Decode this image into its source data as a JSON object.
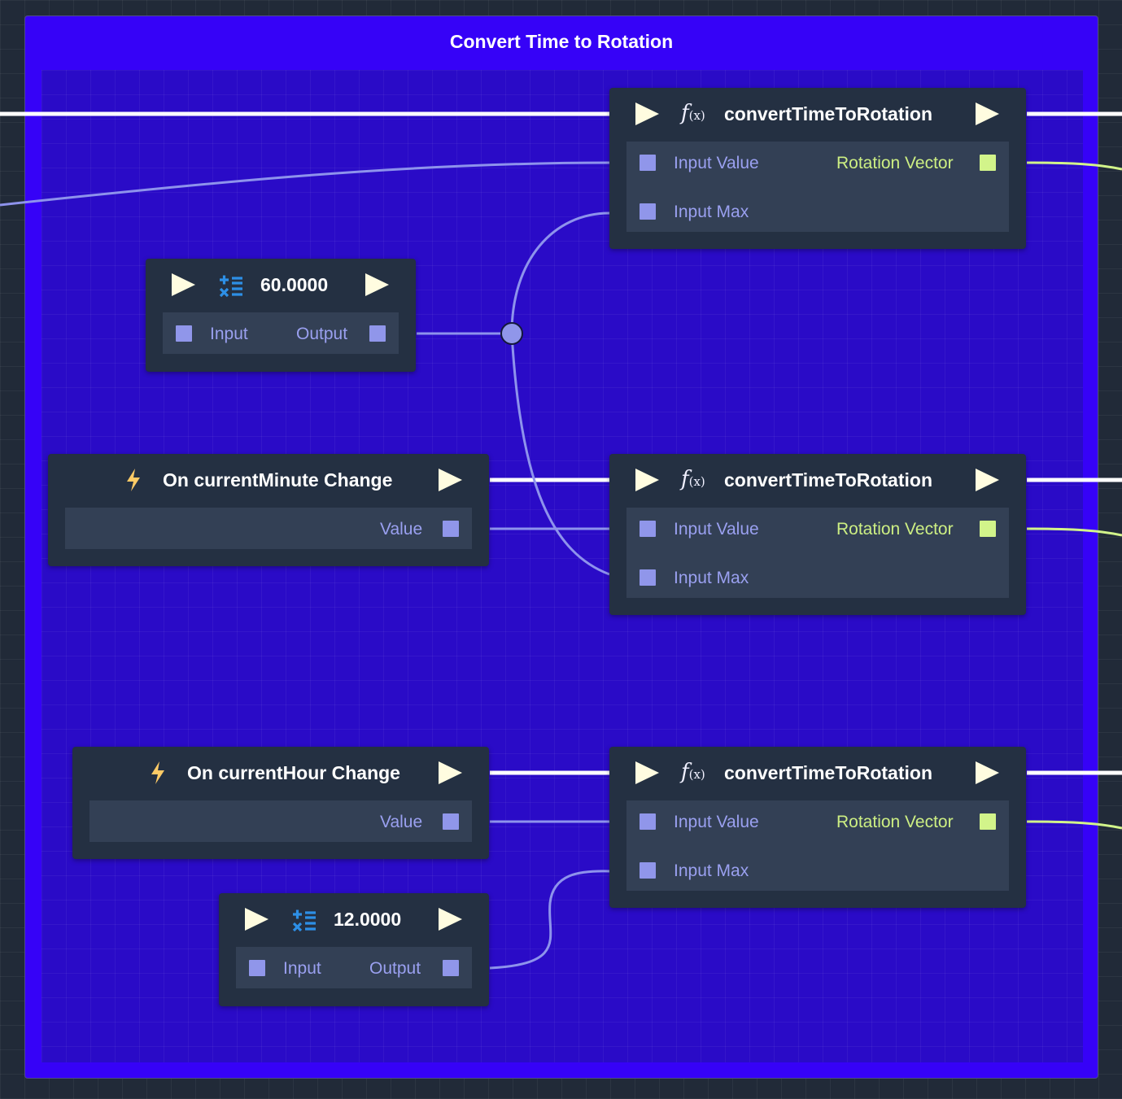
{
  "group": {
    "title": "Convert Time to Rotation"
  },
  "nodes": {
    "convert_a": {
      "title": "convertTimeToRotation",
      "input_value": "Input Value",
      "input_max": "Input Max",
      "output": "Rotation Vector"
    },
    "convert_b": {
      "title": "convertTimeToRotation",
      "input_value": "Input Value",
      "input_max": "Input Max",
      "output": "Rotation Vector"
    },
    "convert_c": {
      "title": "convertTimeToRotation",
      "input_value": "Input Value",
      "input_max": "Input Max",
      "output": "Rotation Vector"
    },
    "const_60": {
      "value": "60.0000",
      "input": "Input",
      "output": "Output"
    },
    "const_12": {
      "value": "12.0000",
      "input": "Input",
      "output": "Output"
    },
    "on_minute": {
      "title": "On currentMinute Change",
      "value": "Value"
    },
    "on_hour": {
      "title": "On currentHour Change",
      "value": "Value"
    }
  },
  "icons": {
    "function": "function-icon",
    "variable": "variable-icon",
    "event": "lightning-icon",
    "exec": "play-icon"
  },
  "colors": {
    "canvas": "#212a38",
    "group": "#3602f7",
    "group_inner": "#2a0bc7",
    "node": "#243042",
    "node_body": "#334055",
    "exec_wire": "#ffffff",
    "data_wire": "#8e93ec",
    "vector_wire": "#d2f48a",
    "event_icon": "#ffcb66",
    "variable_icon": "#2d8fe6"
  }
}
